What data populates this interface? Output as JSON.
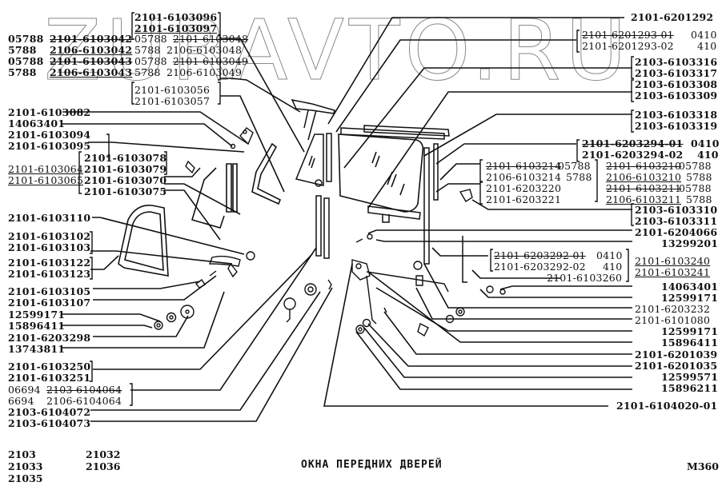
{
  "watermark": "ZURAVTO.RU",
  "title": "ОКНА ПЕРЕДНИХ ДВЕРЕЙ",
  "page_code": "М360",
  "models": [
    "2103",
    "21032",
    "21033",
    "21036",
    "21035"
  ],
  "labels_left": [
    {
      "code": "05788",
      "part": "2101-6103042"
    },
    {
      "code": "5788",
      "part": "2106-6103042"
    },
    {
      "code": "05788",
      "part": "2101-6103043"
    },
    {
      "code": "5788",
      "part": "2106-6103043"
    },
    {
      "part": "2101-6103082"
    },
    {
      "part": "14063401"
    },
    {
      "part": "2101-6103094"
    },
    {
      "part": "2101-6103095"
    },
    {
      "part": "2101-6103064"
    },
    {
      "part": "2101-6103065"
    },
    {
      "part": "2101-6103110"
    },
    {
      "part": "2101-6103102"
    },
    {
      "part": "2101-6103103"
    },
    {
      "part": "2101-6103122"
    },
    {
      "part": "2101-6103123"
    },
    {
      "part": "2101-6103105"
    },
    {
      "part": "2101-6103107"
    },
    {
      "part": "12599171"
    },
    {
      "part": "15896411"
    },
    {
      "part": "2101-6203298"
    },
    {
      "part": "13743811"
    },
    {
      "part": "2101-6103250"
    },
    {
      "part": "2101-6103251"
    },
    {
      "code": "06694",
      "part": "2103-6104064"
    },
    {
      "code": "6694",
      "part": "2106-6104064"
    },
    {
      "part": "2103-6104072"
    },
    {
      "part": "2103-6104073"
    }
  ],
  "labels_mid": [
    {
      "part": "2101-6103096"
    },
    {
      "part": "2101-6103097"
    },
    {
      "code": "05788",
      "part": "2101-6103048"
    },
    {
      "code": "5788",
      "part": "2106-6103048"
    },
    {
      "code": "05788",
      "part": "2101-6103049"
    },
    {
      "code": "5788",
      "part": "2106-6103049"
    },
    {
      "part": "2101-6103056"
    },
    {
      "part": "2101-6103057"
    },
    {
      "part": "2101-6103078"
    },
    {
      "part": "2101-6103079"
    },
    {
      "part": "2101-6103070"
    },
    {
      "part": "2101-6103075"
    }
  ],
  "labels_right": [
    {
      "part": "2101-6201292"
    },
    {
      "part": "2101-6201293-01",
      "code": "0410"
    },
    {
      "part": "2101-6201293-02",
      "code": "410"
    },
    {
      "part": "2103-6103316"
    },
    {
      "part": "2103-6103317"
    },
    {
      "part": "2103-6103308"
    },
    {
      "part": "2103-6103309"
    },
    {
      "part": "2103-6103318"
    },
    {
      "part": "2103-6103319"
    },
    {
      "part": "2101-6203294-01",
      "code": "0410"
    },
    {
      "part": "2101-6203294-02",
      "code": "410"
    },
    {
      "part": "2101-6103214",
      "code": "05788"
    },
    {
      "part": "2106-6103214",
      "code": "5788"
    },
    {
      "part": "2101-6203220"
    },
    {
      "part": "2101-6203221"
    },
    {
      "part": "2101-6103210",
      "code": "05788"
    },
    {
      "part": "2106-6103210",
      "code": "5788"
    },
    {
      "part": "2101-6103211",
      "code": "05788"
    },
    {
      "part": "2106-6103211",
      "code": "5788"
    },
    {
      "part": "2103-6103310"
    },
    {
      "part": "2103-6103311"
    },
    {
      "part": "2101-6204066"
    },
    {
      "part": "13299201"
    },
    {
      "part": "2101-6203292-01",
      "code": "0410"
    },
    {
      "part": "2101-6203292-02",
      "code": "410"
    },
    {
      "part": "2101-6103260"
    },
    {
      "part": "2101-6103240"
    },
    {
      "part": "2101-6103241"
    },
    {
      "part": "14063401"
    },
    {
      "part": "12599171"
    },
    {
      "part": "2101-6203232"
    },
    {
      "part": "2101-6101080"
    },
    {
      "part": "12599171"
    },
    {
      "part": "15896411"
    },
    {
      "part": "2101-6201039"
    },
    {
      "part": "2101-6201035"
    },
    {
      "part": "12599571"
    },
    {
      "part": "15896211"
    },
    {
      "part": "2101-6104020-01"
    }
  ]
}
